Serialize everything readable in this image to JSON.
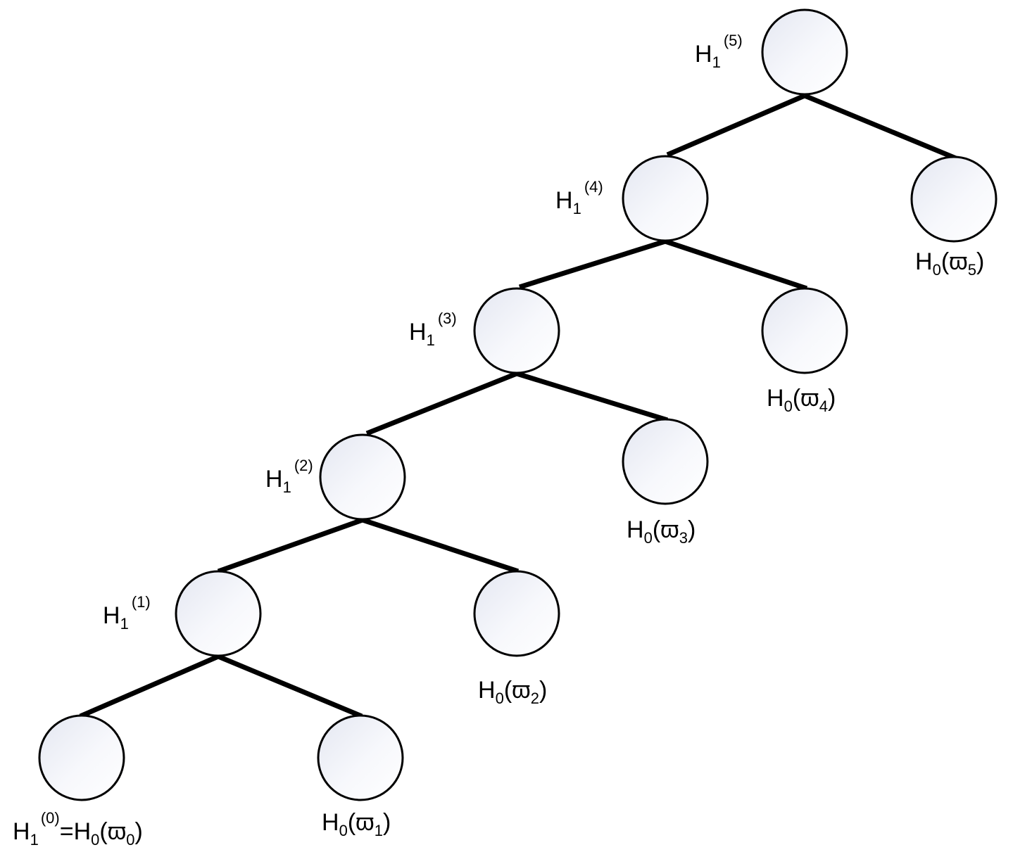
{
  "tree": {
    "internal_nodes": [
      {
        "base": "H",
        "sub": "1",
        "sup": "(5)"
      },
      {
        "base": "H",
        "sub": "1",
        "sup": "(4)"
      },
      {
        "base": "H",
        "sub": "1",
        "sup": "(3)"
      },
      {
        "base": "H",
        "sub": "1",
        "sup": "(2)"
      },
      {
        "base": "H",
        "sub": "1",
        "sup": "(1)"
      }
    ],
    "leaf_nodes": [
      {
        "func": "H",
        "func_sub": "0",
        "arg": "ϖ",
        "arg_sub": "5"
      },
      {
        "func": "H",
        "func_sub": "0",
        "arg": "ϖ",
        "arg_sub": "4"
      },
      {
        "func": "H",
        "func_sub": "0",
        "arg": "ϖ",
        "arg_sub": "3"
      },
      {
        "func": "H",
        "func_sub": "0",
        "arg": "ϖ",
        "arg_sub": "2"
      },
      {
        "func": "H",
        "func_sub": "0",
        "arg": "ϖ",
        "arg_sub": "1"
      }
    ],
    "base_node": {
      "lhs": "H",
      "lhs_sub": "1",
      "lhs_sup": "(0)",
      "eq": "=",
      "func": "H",
      "func_sub": "0",
      "arg": "ϖ",
      "arg_sub": "0"
    }
  },
  "colors": {
    "node_fill_light": "#ffffff",
    "node_fill_dark": "#e6e9f2",
    "stroke": "#000000"
  }
}
